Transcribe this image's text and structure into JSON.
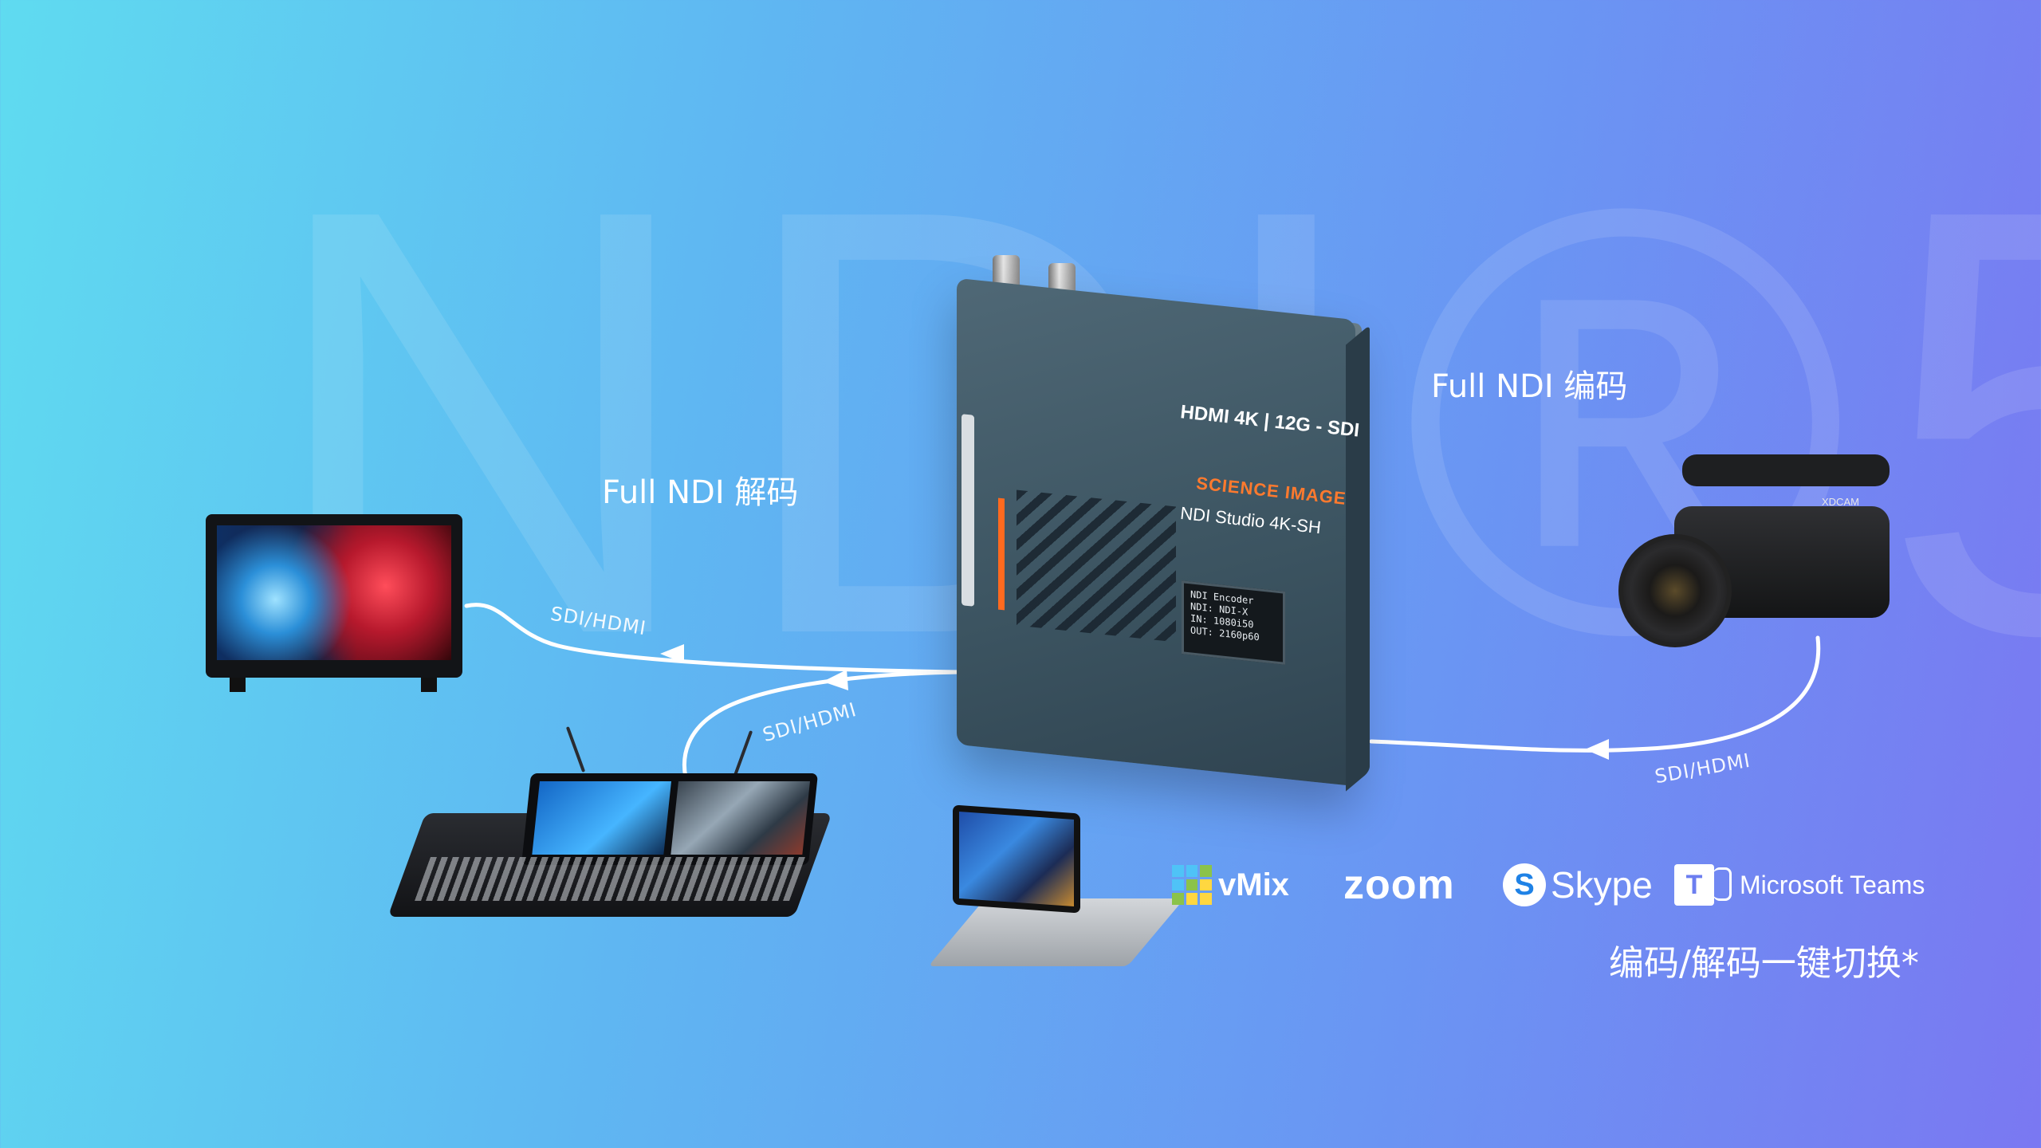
{
  "watermark": "NDI®5",
  "labels": {
    "encode": "Full NDI 编码",
    "decode": "Full NDI 解码",
    "switch": "编码/解码一键切换*"
  },
  "cables": {
    "monitor": "SDI/HDMI",
    "switcher": "SDI/HDMI",
    "camera": "SDI/HDMI"
  },
  "encoder": {
    "spec": "HDMI 4K | 12G - SDI",
    "brand": "SCIENCE IMAGE",
    "model": "NDI Studio 4K-SH",
    "lcd": [
      "NDI Encoder",
      "NDI: NDI-X",
      "IN: 1080i50",
      "OUT: 2160p60"
    ]
  },
  "camera": {
    "badge": "XDCAM"
  },
  "logos": {
    "vmix": "vMix",
    "zoom": "zoom",
    "skype": "Skype",
    "skype_glyph": "S",
    "teams": "Microsoft Teams",
    "teams_glyph": "T"
  },
  "colors": {
    "brand_orange": "#ff7a2e",
    "vmix_tiles": [
      "#4fc3f7",
      "#4fc3f7",
      "#8bc34a",
      "#4fc3f7",
      "#8bc34a",
      "#ffd740",
      "#8bc34a",
      "#ffd740",
      "#ffd740"
    ]
  }
}
